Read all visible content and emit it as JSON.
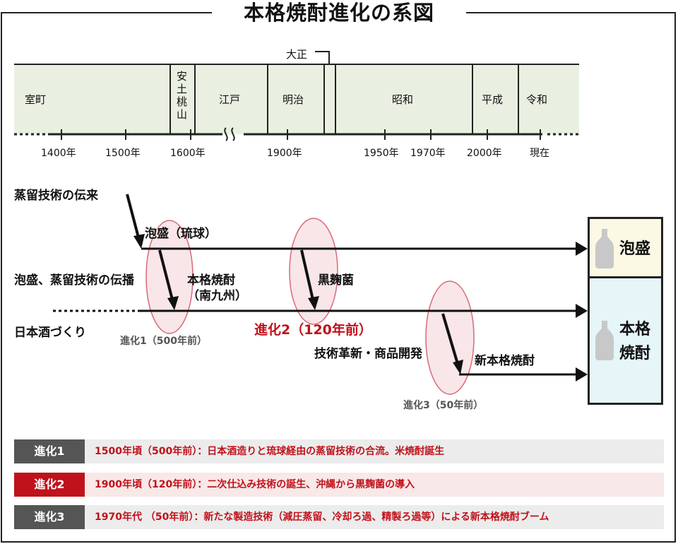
{
  "title": "本格焼酎進化の系図",
  "eras": {
    "muromachi": "室町",
    "azuchi_1": "安",
    "azuchi_2": "土",
    "azuchi_3": "桃",
    "azuchi_4": "山",
    "edo": "江戸",
    "meiji": "明治",
    "taisho": "大正",
    "showa": "昭和",
    "heisei": "平成",
    "reiwa": "令和"
  },
  "ticks": [
    "1400年",
    "1500年",
    "1600年",
    "1900年",
    "1950年",
    "1970年",
    "2000年",
    "現在"
  ],
  "labels": {
    "distill_intro": "蒸留技術の伝来",
    "awamori_ryukyu": "泡盛（琉球）",
    "awamori_spread": "泡盛、蒸留技術の伝播",
    "honkaku_1": "本格焼酎",
    "honkaku_2": "（南九州）",
    "nihonshu": "日本酒づくり",
    "evo1": "進化1（500年前）",
    "kurokoji": "黒麹菌",
    "evo2": "進化2（120年前）",
    "tech_innov": "技術革新・商品開発",
    "new_honkaku": "新本格焼酎",
    "evo3": "進化3（50年前）"
  },
  "boxes": {
    "awamori": "泡盛",
    "honkaku_1": "本格",
    "honkaku_2": "焼酎"
  },
  "legend": [
    {
      "badge": "進化1",
      "text": "1500年頃（500年前）：日本酒造りと琉球経由の蒸留技術の合流。米焼酎誕生",
      "badge_color": "#555555",
      "row_color": "#ececec"
    },
    {
      "badge": "進化2",
      "text": "1900年頃（120年前）：二次仕込み技術の誕生、沖縄から黒麹菌の導入",
      "badge_color": "#c0121b",
      "row_color": "#f8e8e8"
    },
    {
      "badge": "進化3",
      "text": "1970年代 （50年前）：新たな製造技術（減圧蒸留、冷却ろ過、精製ろ過等）による新本格焼酎ブーム",
      "badge_color": "#555555",
      "row_color": "#ececec"
    }
  ],
  "colors": {
    "era_bg": "#e9f0e1",
    "awamori_box": "#fbf8e4",
    "honkaku_box": "#e6f5f8",
    "accent_red": "#c0121b",
    "ellipse": "#c0121b"
  }
}
